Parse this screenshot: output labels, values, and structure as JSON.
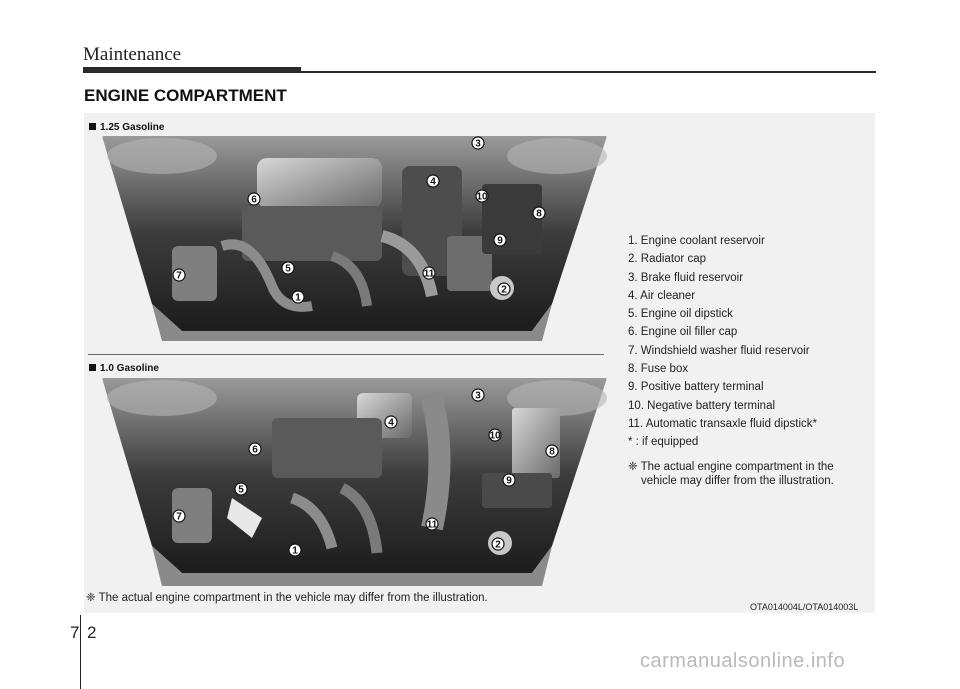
{
  "header": {
    "section": "Maintenance",
    "title": "ENGINE COMPARTMENT"
  },
  "variants": [
    {
      "label": "1.25 Gasoline",
      "callouts": [
        "3",
        "4",
        "6",
        "10",
        "8",
        "9",
        "5",
        "7",
        "11",
        "1",
        "2"
      ]
    },
    {
      "label": "1.0 Gasoline",
      "callouts": [
        "3",
        "4",
        "10",
        "6",
        "8",
        "9",
        "5",
        "7",
        "11",
        "1",
        "2"
      ]
    }
  ],
  "legend": {
    "items": [
      "1. Engine coolant reservoir",
      "2. Radiator cap",
      "3. Brake fluid reservoir",
      "4. Air cleaner",
      "5. Engine oil dipstick",
      "6. Engine oil filler cap",
      "7. Windshield washer fluid reservoir",
      "8. Fuse box",
      "9. Positive battery terminal",
      "10. Negative battery terminal",
      "11. Automatic transaxle fluid dipstick*",
      "* : if equipped"
    ],
    "note_line1": "❈ The actual engine compartment in the",
    "note_line2": "vehicle may differ from the illustration."
  },
  "bottom_note": "❈ The actual engine compartment in the vehicle may differ from the illustration.",
  "image_code": "OTA014004L/OTA014003L",
  "footer": {
    "chapter": "7",
    "page": "2",
    "watermark": "carmanualsonline.info"
  }
}
